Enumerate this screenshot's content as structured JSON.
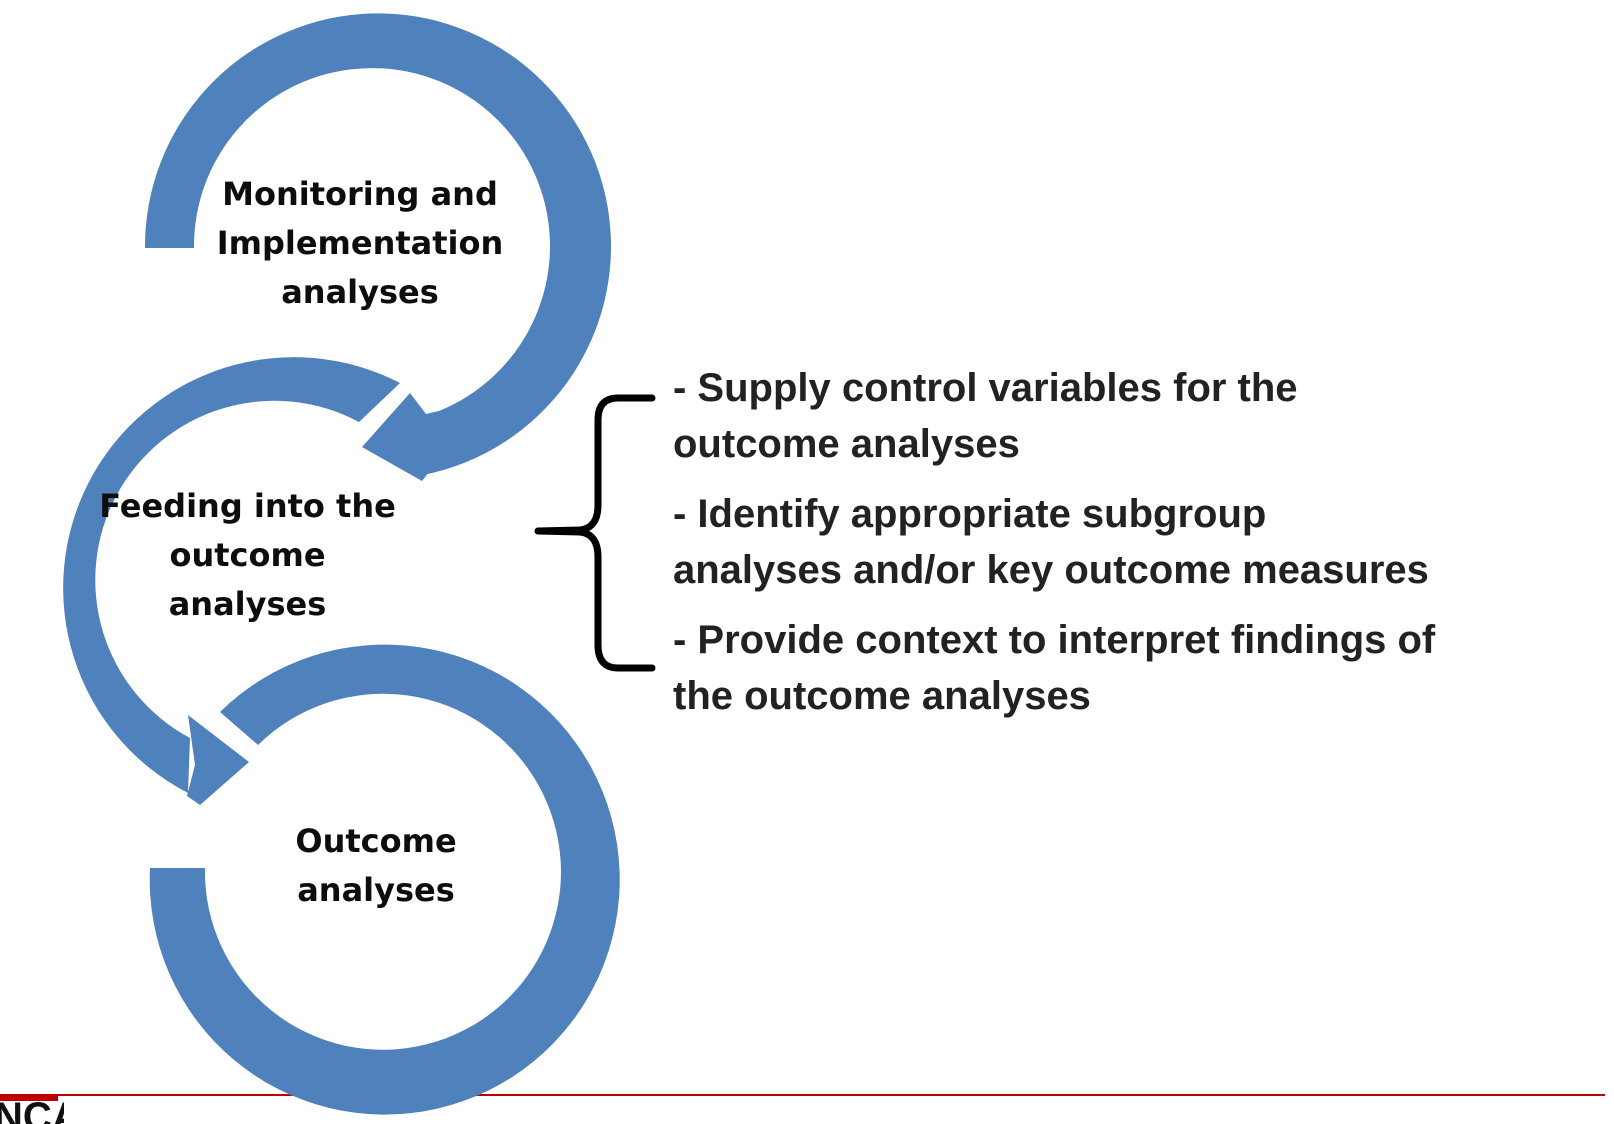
{
  "diagram": {
    "cycles": [
      {
        "lines": [
          "Monitoring and",
          "Implementation",
          "analyses"
        ]
      },
      {
        "lines": [
          "Feeding into the",
          "outcome",
          "analyses"
        ]
      },
      {
        "lines": [
          "Outcome",
          "analyses"
        ]
      }
    ],
    "bullets": [
      {
        "lines": [
          "- Supply control variables for the",
          "outcome analyses"
        ]
      },
      {
        "lines": [
          "- Identify appropriate subgroup",
          "analyses and/or key outcome measures"
        ]
      },
      {
        "lines": [
          "- Provide context to interpret findings of",
          "the outcome analyses"
        ]
      }
    ]
  },
  "footer": {
    "logo_text": "NCA"
  },
  "colors": {
    "arrow": "#4f81bd",
    "rule": "#c00000",
    "text": "#0d0d0d"
  },
  "icons": [
    "curved-arrow-icon",
    "curly-brace-icon"
  ]
}
